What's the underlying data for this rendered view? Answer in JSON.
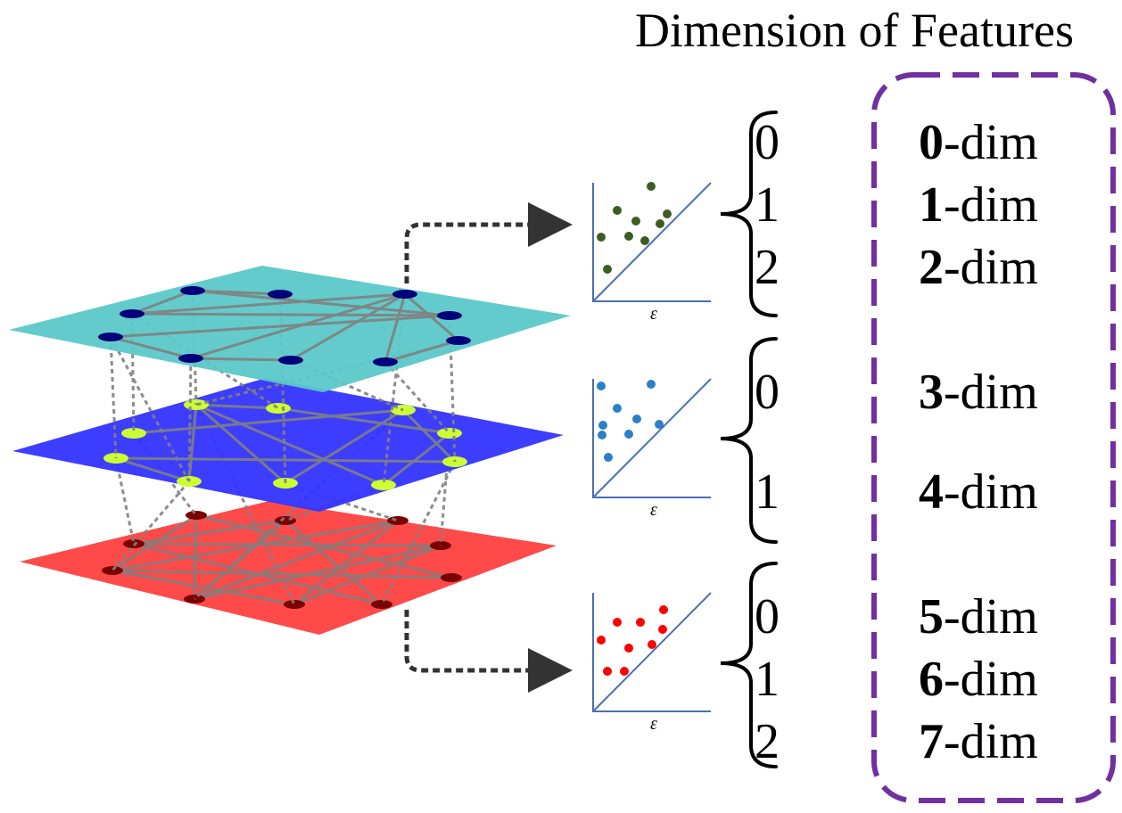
{
  "title": "Dimension of Features",
  "colors": {
    "top_layer": "#5bc8c8",
    "middle_layer": "#3333ff",
    "bottom_layer": "#ff4040",
    "top_nodes": "#00007a",
    "middle_nodes": "#ccff33",
    "bottom_nodes": "#7a0000",
    "edges": "#808080",
    "arrow": "#333333",
    "diagram_axis": "#4a6fb5",
    "green_points": "#3d5c24",
    "blue_points": "#2a80c8",
    "red_points": "#ff0000",
    "frame": "#7030a0"
  },
  "diagrams": [
    {
      "axis_label": "ε",
      "color_key": "green_points",
      "indices": [
        "0",
        "1",
        "2"
      ]
    },
    {
      "axis_label": "ε",
      "color_key": "blue_points",
      "indices": [
        "0",
        "1"
      ]
    },
    {
      "axis_label": "ε",
      "color_key": "red_points",
      "indices": [
        "0",
        "1",
        "2"
      ]
    }
  ],
  "dimensions": [
    {
      "num": "0",
      "suffix": "-dim"
    },
    {
      "num": "1",
      "suffix": "-dim"
    },
    {
      "num": "2",
      "suffix": "-dim"
    },
    {
      "num": "3",
      "suffix": "-dim"
    },
    {
      "num": "4",
      "suffix": "-dim"
    },
    {
      "num": "5",
      "suffix": "-dim"
    },
    {
      "num": "6",
      "suffix": "-dim"
    },
    {
      "num": "7",
      "suffix": "-dim"
    }
  ]
}
